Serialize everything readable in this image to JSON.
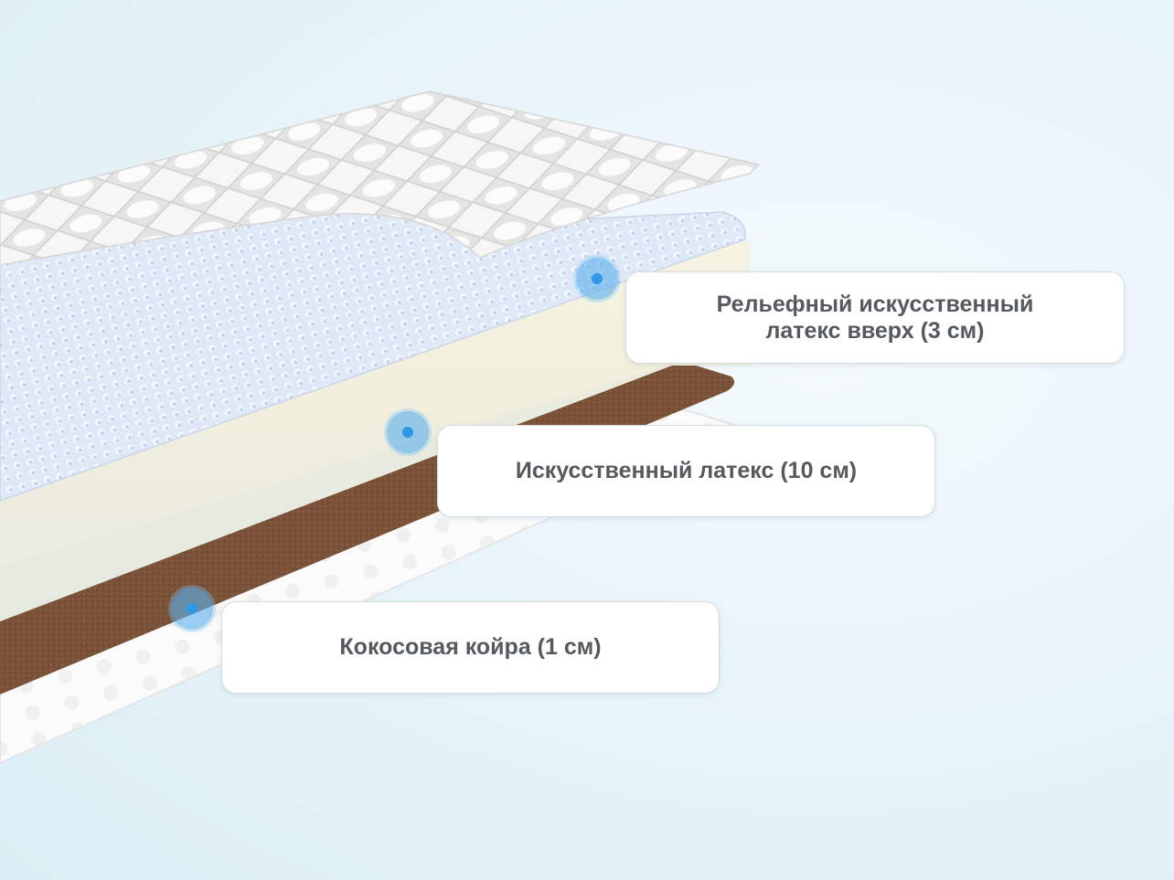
{
  "layers": [
    {
      "label_line1": "Рельефный искусственный",
      "label_line2": "латекс вверх (3 см)"
    },
    {
      "label_line1": "Искусственный латекс (10 см)"
    },
    {
      "label_line1": "Кокосовая койра (1 см)"
    }
  ],
  "colors": {
    "cover": "#ffffff",
    "relief_latex": "#dce6f5",
    "latex_top": "#f3efdc",
    "latex_body": "#e9ede4",
    "coir": "#7a5238",
    "accent_dot": "#2f97e6"
  }
}
